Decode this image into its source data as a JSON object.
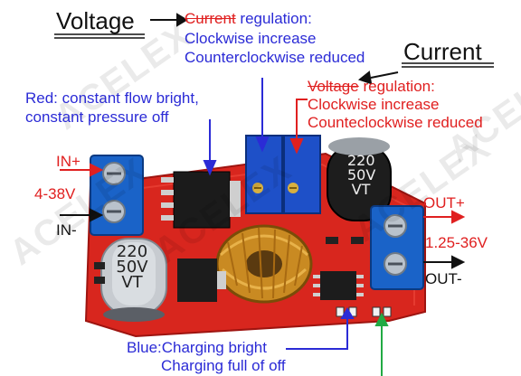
{
  "labels": {
    "voltage_title": "Voltage",
    "current_title": "Current",
    "voltage_reg": {
      "struck": "Current",
      "rest": " regulation:",
      "line2": "Clockwise increase",
      "line3": "Counterclockwise reduced"
    },
    "current_reg": {
      "struck": "Voltage",
      "rest": " regulation:",
      "line2": "Clockwise increase",
      "line3": "Counteclockwise reduced"
    },
    "red_led": [
      "Red: constant flow bright,",
      "constant pressure off"
    ],
    "blue_led": [
      "Blue:Charging bright",
      "Charging full of off"
    ],
    "in_plus": "IN+",
    "in_range": "4-38V",
    "in_minus": "IN-",
    "out_plus": "OUT+",
    "out_range": "1.25-36V",
    "out_minus": "OUT-",
    "cap1": [
      "220",
      "50V",
      "VT"
    ],
    "cap2": [
      "220",
      "50V",
      "VT"
    ],
    "watermark": "ACELEX"
  },
  "colors": {
    "blue_text": "#2b2bd6",
    "red_text": "#e02020",
    "green_arrow": "#22aa44",
    "pcb": "#d8261e",
    "terminal": "#1a63c8",
    "pot": "#1e50c8"
  }
}
